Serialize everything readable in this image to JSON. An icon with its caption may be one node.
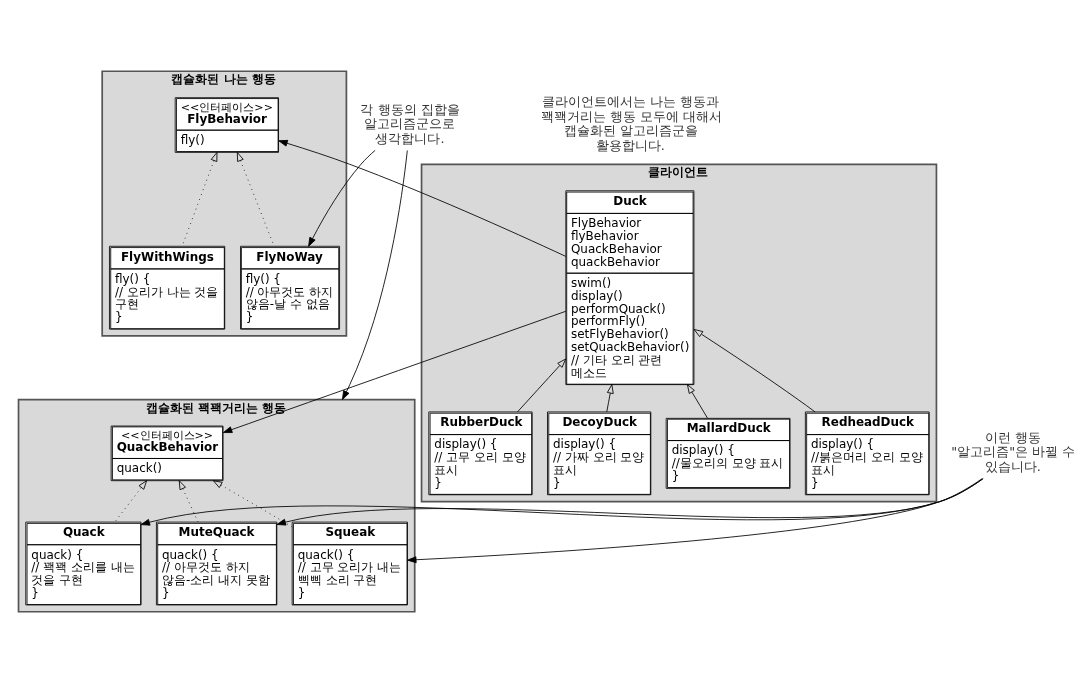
{
  "diagram": {
    "nodes": [
      {
        "text": [
          "클라이언트"
        ]
      },
      {
        "text": [
          "Duck",
          "FlyBehavior flyBehavior",
          "QuackBehavior quackBehavior",
          "swim()",
          "display()",
          "performQuack()",
          "performFly()",
          "setFlyBehavior()",
          "setQuackBehavior()",
          "// 기타 오리 관련 메소드"
        ],
        "in": 0
      },
      {
        "text": [
          "MallardDuck",
          "display() {",
          "//물오리의 모양 표시",
          "}"
        ],
        "in": 0
      },
      {
        "text": [
          "RedheadDuck",
          "display() {",
          "//붉은머리 오리 모양 표시",
          "}"
        ],
        "in": 0
      },
      {
        "text": [
          "RubberDuck",
          "display() {",
          "// 고무 오리 모양 표시",
          "}"
        ],
        "in": 0
      },
      {
        "text": [
          "DecoyDuck",
          "display() {",
          "// 가짜 오리 모양 표시",
          "}"
        ],
        "in": 0
      },
      {
        "text": [
          "캡슐화된 나는 행동"
        ]
      },
      {
        "text": [
          "<<인터페이스>>",
          "FlyBehavior",
          "fly()"
        ],
        "in": 6
      },
      {
        "text": [
          "FlyWithWings",
          "fly() {",
          "// 오리가 나는 것을 구현",
          "}"
        ],
        "in": 6
      },
      {
        "text": [
          "FlyNoWay",
          "fly() {",
          "// 아무것도 하지 않음-날 수 없음",
          "}"
        ],
        "in": 6
      },
      {
        "text": [
          "캡슐화된 꽥꽥거리는 행동"
        ]
      },
      {
        "text": [
          "<<인터페이스>>",
          "QuackBehavior",
          "quack()"
        ],
        "in": 10
      },
      {
        "text": [
          "Quack",
          "quack) {",
          "// 꽥꽥 소리를 내는 것을 구현",
          "}"
        ],
        "in": 10
      },
      {
        "text": [
          "Squeak",
          "quack() {",
          "// 고무 오리가 내는 삑삑 소리 구현",
          "}"
        ],
        "in": 10
      },
      {
        "text": [
          "MuteQuack",
          "quack() {",
          "// 아무것도 하지 않음-소리 내지 못함",
          "}"
        ],
        "in": 10
      },
      {
        "text": [
          "각 행동의 집합을 알고리즘군으로 생각합니다."
        ]
      },
      {
        "text": [
          "이런 행동 \"알고리즘\"은 바뀔 수 있습니다."
        ]
      }
    ],
    "edges": [
      {
        "from": 1,
        "to": 7,
        "arrow": "to"
      },
      {
        "from": 1,
        "to": 11,
        "arrow": "to"
      },
      {
        "from": 2,
        "to": 1,
        "arrow": "to"
      },
      {
        "from": 3,
        "to": 1,
        "arrow": "to"
      },
      {
        "from": 4,
        "to": 1,
        "arrow": "to"
      },
      {
        "from": 5,
        "to": 1,
        "arrow": "to"
      },
      {
        "from": 8,
        "to": 7,
        "arrow": "to",
        "style": "dashed"
      },
      {
        "from": 9,
        "to": 7,
        "arrow": "to",
        "style": "dashed"
      },
      {
        "from": 12,
        "to": 11,
        "arrow": "to",
        "style": "dashed"
      },
      {
        "from": 13,
        "to": 11,
        "arrow": "to",
        "style": "dashed"
      },
      {
        "from": 14,
        "to": 11,
        "arrow": "to",
        "style": "dashed"
      },
      {
        "from": 15,
        "to": 9,
        "arrow": "to"
      },
      {
        "from": 15,
        "to": 10,
        "arrow": "to"
      },
      {
        "from": 16,
        "to": 12,
        "arrow": "to"
      },
      {
        "from": 16,
        "to": 13,
        "arrow": "to"
      },
      {
        "from": 16,
        "to": 14,
        "arrow": "to"
      }
    ],
    "labels": [
      "클라이언트에서는 나는 행동과 꽥꽥거리는 행동 모두에 대해서 캡슐화된 알고리즘군을 활용합니다."
    ]
  }
}
